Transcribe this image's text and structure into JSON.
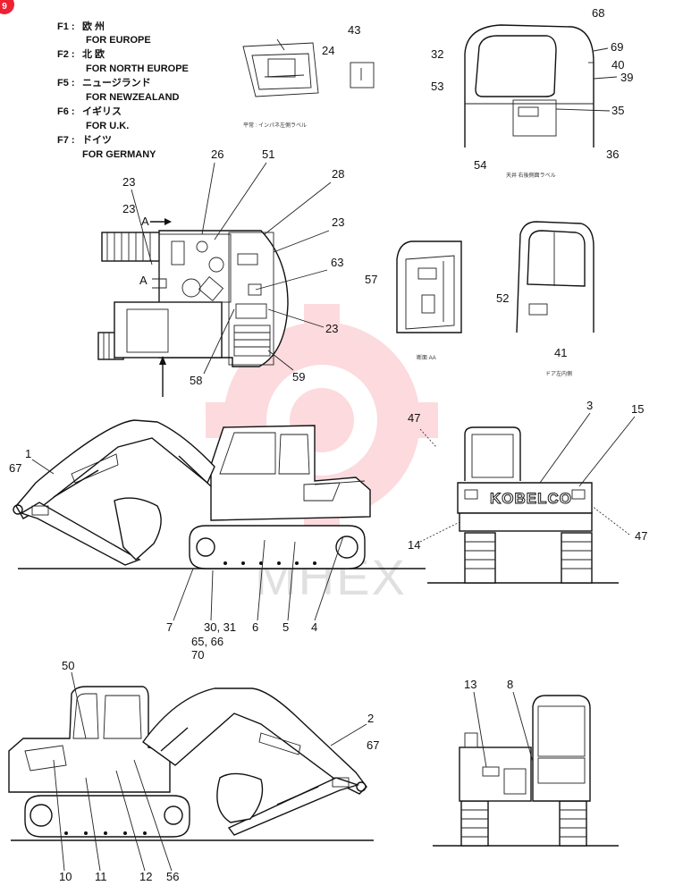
{
  "corner_badge": "9",
  "legend": [
    {
      "code": "F1 :",
      "region": "欧 州",
      "name": "FOR EUROPE"
    },
    {
      "code": "F2 :",
      "region": "北 欧",
      "name": "FOR NORTH EUROPE"
    },
    {
      "code": "F5 :",
      "region": "ニュージランド",
      "name": "FOR NEWZEALAND"
    },
    {
      "code": "F6 :",
      "region": "イギリス",
      "name": "FOR U.K."
    },
    {
      "code": "F7 :",
      "region": "ドイツ",
      "name": "FOR GERMANY"
    }
  ],
  "brand_text": "KOBELCO",
  "watermark_text": "MHEX",
  "captions": {
    "panel_top": "平常 : インパネ左側ラベル",
    "panel_side": "天井 右後側面ラベル",
    "view_aa": "断面 AA",
    "door_note": "ドア左内側"
  },
  "parts": {
    "p43": "43",
    "p24": "24",
    "p68": "68",
    "p32": "32",
    "p69": "69",
    "p40": "40",
    "p39": "39",
    "p53": "53",
    "p35": "35",
    "p54": "54",
    "p36": "36",
    "p26": "26",
    "p51": "51",
    "p28": "28",
    "p23a": "23",
    "p23b": "23",
    "p23c": "23",
    "p23d": "23",
    "pA1": "A",
    "pA2": "A",
    "p63": "63",
    "p57": "57",
    "p52": "52",
    "p58": "58",
    "p59": "59",
    "p41": "41",
    "p47a": "47",
    "p3": "3",
    "p15": "15",
    "p1": "1",
    "p67a": "67",
    "p14": "14",
    "p47b": "47",
    "p7": "7",
    "p3031": "30, 31",
    "p6566": "65, 66",
    "p70": "70",
    "p6": "6",
    "p5": "5",
    "p4": "4",
    "p50": "50",
    "p2": "2",
    "p67b": "67",
    "p13": "13",
    "p8": "8",
    "p10": "10",
    "p11": "11",
    "p12": "12",
    "p56": "56"
  }
}
